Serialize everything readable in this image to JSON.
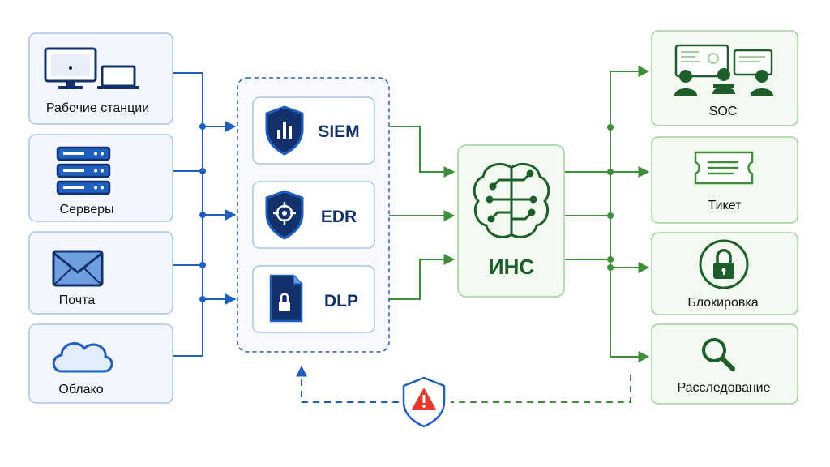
{
  "sources": [
    {
      "label": "Рабочие станции",
      "icon": "workstation-icon"
    },
    {
      "label": "Серверы",
      "icon": "server-icon"
    },
    {
      "label": "Почта",
      "icon": "mail-icon"
    },
    {
      "label": "Облако",
      "icon": "cloud-icon"
    }
  ],
  "tools": [
    {
      "label": "SIEM",
      "icon": "shield-chart-icon"
    },
    {
      "label": "EDR",
      "icon": "shield-target-icon"
    },
    {
      "label": "DLP",
      "icon": "document-lock-icon"
    }
  ],
  "core": {
    "label": "ИНС",
    "icon": "brain-circuit-icon"
  },
  "outputs": [
    {
      "label": "SOC",
      "icon": "soc-team-icon"
    },
    {
      "label": "Тикет",
      "icon": "ticket-icon"
    },
    {
      "label": "Блокировка",
      "icon": "lock-icon"
    },
    {
      "label": "Расследование",
      "icon": "magnifier-icon"
    }
  ],
  "feedback": {
    "icon": "alert-shield-icon"
  },
  "colors": {
    "blue": "#1f5fbf",
    "navy": "#12306b",
    "blue_border": "#a9c4ea",
    "blue_fill": "#f3f7fd",
    "green": "#3e8e3a",
    "dark_green": "#1e5e2a",
    "green_border": "#9fd09a",
    "green_fill": "#f3faf1",
    "red": "#e23b2e"
  }
}
